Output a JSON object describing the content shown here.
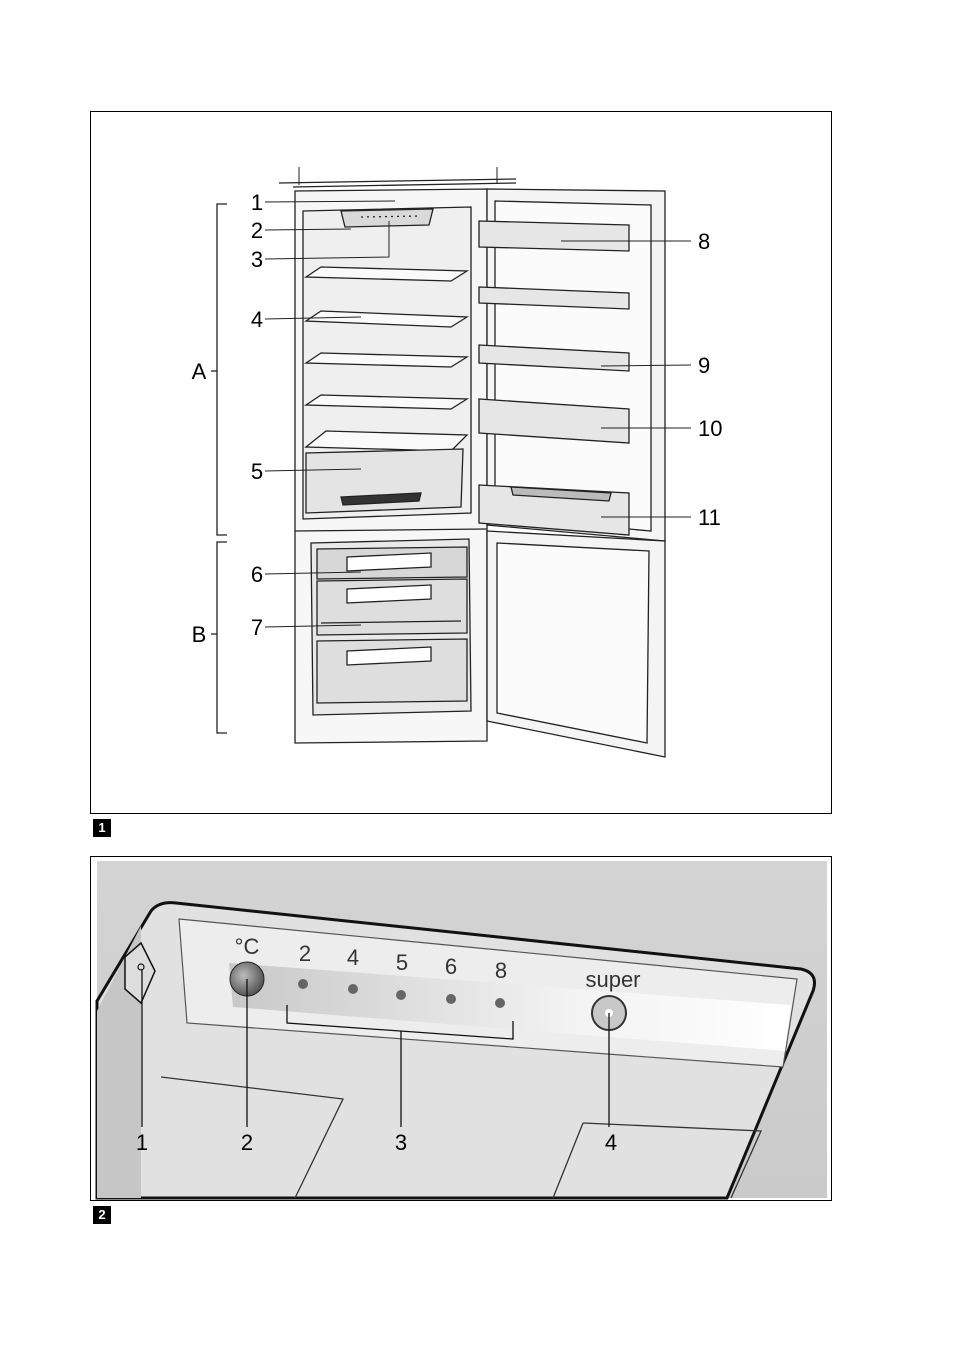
{
  "figure1": {
    "tag": "1",
    "group_labels": [
      "A",
      "B"
    ],
    "callouts_left": [
      "1",
      "2",
      "3",
      "4",
      "5",
      "6",
      "7"
    ],
    "callouts_right": [
      "8",
      "9",
      "10",
      "11"
    ]
  },
  "figure2": {
    "tag": "2",
    "unit_label": "°C",
    "level_labels": [
      "2",
      "4",
      "5",
      "6",
      "8"
    ],
    "super_label": "super",
    "callouts": [
      "1",
      "2",
      "3",
      "4"
    ]
  }
}
